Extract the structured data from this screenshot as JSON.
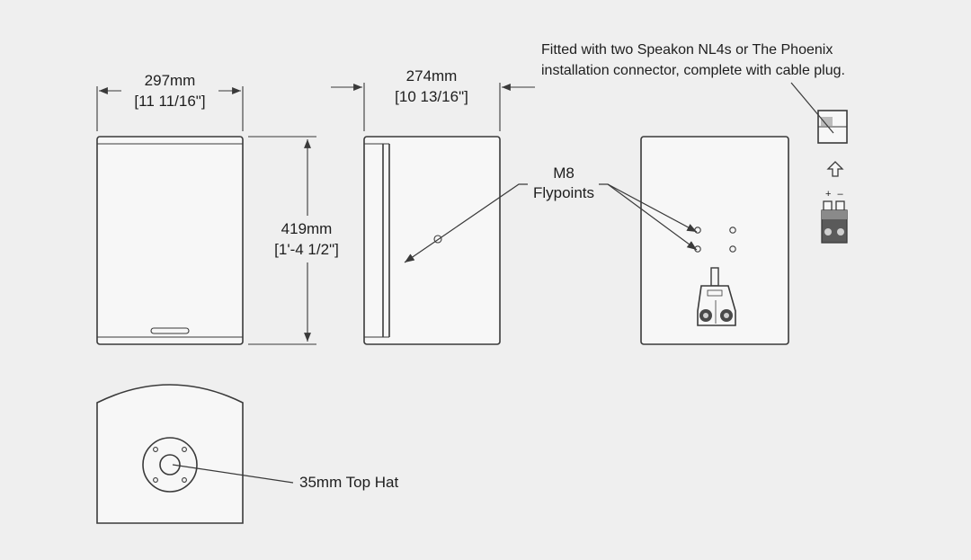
{
  "dimensions": {
    "width_mm": "297mm",
    "width_in": "[11 11/16\"]",
    "depth_mm": "274mm",
    "depth_in": "[10 13/16\"]",
    "height_mm": "419mm",
    "height_in": "[1'-4 1/2\"]"
  },
  "callouts": {
    "flypoints_line1": "M8",
    "flypoints_line2": "Flypoints",
    "connector_line1": "Fitted with two Speakon NL4s  or The Phoenix",
    "connector_line2": "installation connector, complete with cable plug.",
    "top_hat": "35mm Top Hat",
    "plug_polarity": "+ –"
  },
  "colors": {
    "background": "#efefef",
    "line": "#3a3a3a",
    "text": "#1e1e1e"
  }
}
